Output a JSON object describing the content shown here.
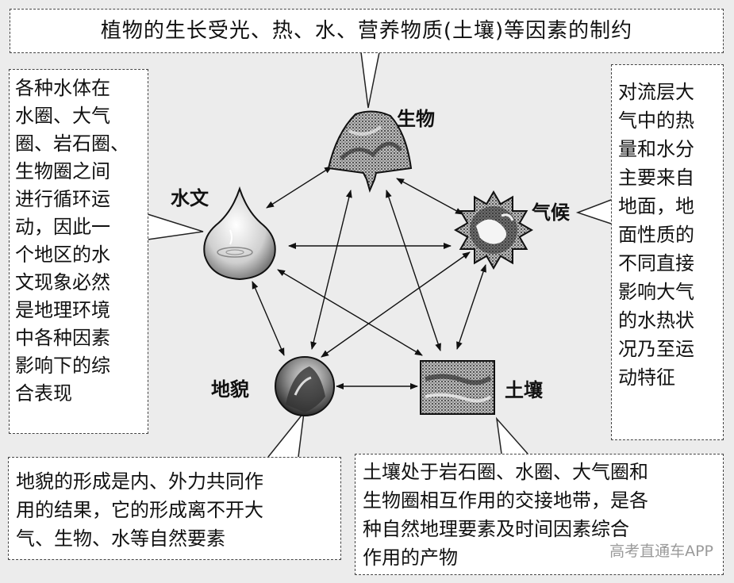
{
  "title_box": {
    "text": "植物的生长受光、热、水、营养物质(土壤)等因素的制约"
  },
  "left_box": {
    "lines": [
      "各种水体在",
      "水圈、大气",
      "圈、岩石圈、",
      "生物圈之间",
      "进行循环运",
      "动，因此一",
      "个地区的水",
      "文现象必然",
      "是地理环境",
      "中各种因素",
      "影响下的综",
      "合表现"
    ]
  },
  "right_box": {
    "lines": [
      "对流层大",
      "气中的热",
      "量和水分",
      "主要来自",
      "地面，地",
      "面性质的",
      "不同直接",
      "影响大气",
      "的水热状",
      "况乃至运",
      "动特征"
    ]
  },
  "bottom_left_box": {
    "lines": [
      "地貌的形成是内、外力共同作",
      "用的结果，它的形成离不开大",
      "气、生物、水等自然要素"
    ]
  },
  "bottom_right_box": {
    "lines": [
      "土壤处于岩石圈、水圈、大气圈和",
      "生物圈相互作用的交接地带，是各",
      "种自然地理要素及时间因素综合",
      "作用的产物"
    ]
  },
  "nodes": {
    "biology": "生物",
    "climate": "气候",
    "hydrology": "水文",
    "landform": "地貌",
    "soil": "土壤"
  },
  "watermark": "高考直通车APP",
  "colors": {
    "background": "#ececec",
    "box_fill": "#ffffff",
    "ink": "#111111"
  }
}
